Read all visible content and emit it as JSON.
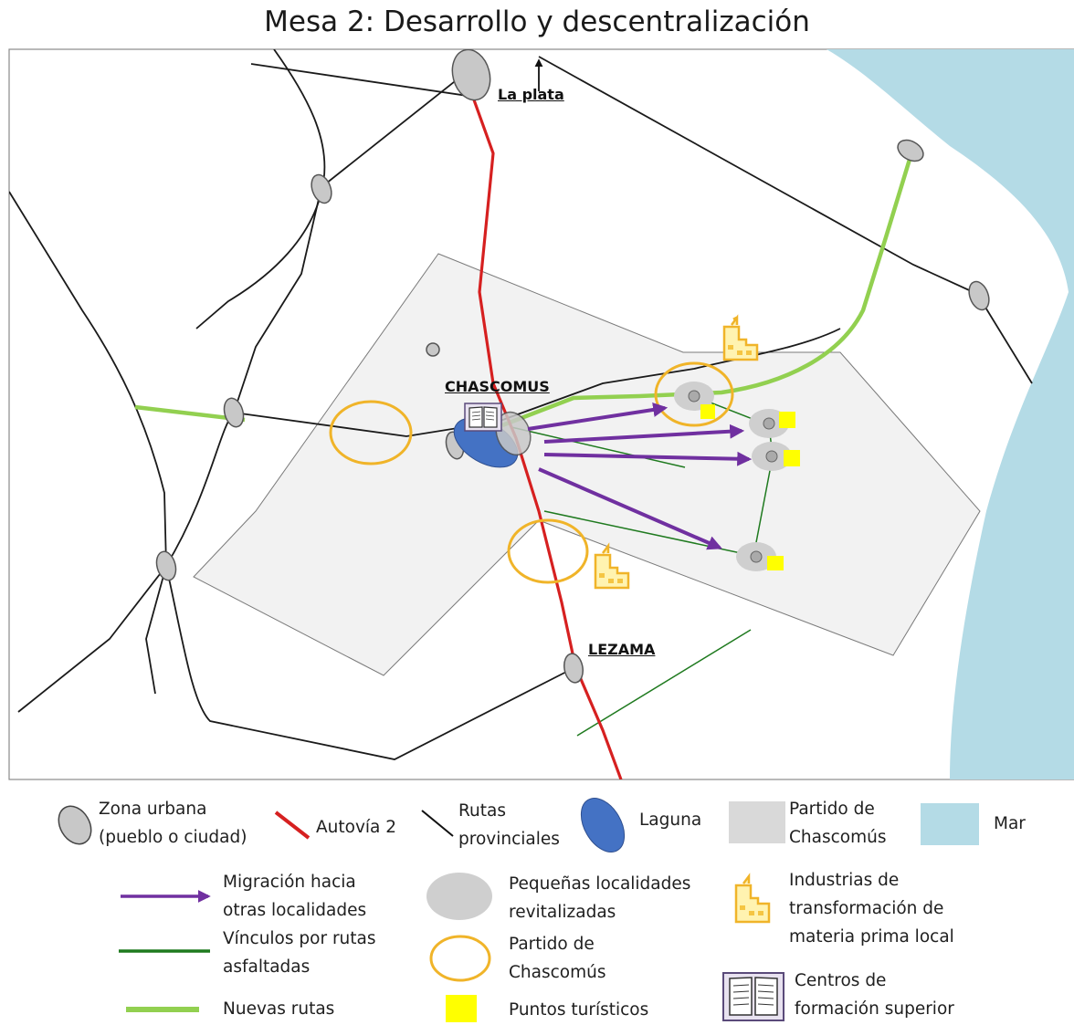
{
  "title": "Mesa 2: Desarrollo y descentralización",
  "places": {
    "la_plata": "La plata",
    "chascomus": "CHASCOMUS",
    "lezama": "LEZAMA"
  },
  "legend": {
    "zona_urbana": [
      "Zona urbana",
      "(pueblo o ciudad)"
    ],
    "autovia": "Autovía 2",
    "rutas_provinciales": [
      "Rutas",
      "provinciales"
    ],
    "laguna": "Laguna",
    "partido_area": [
      "Partido de",
      "Chascomús"
    ],
    "mar": "Mar",
    "migracion": [
      "Migración hacia",
      "otras localidades"
    ],
    "pequenas": [
      "Pequeñas localidades",
      "revitalizadas"
    ],
    "industrias": [
      "Industrias de",
      "transformación de",
      "materia prima local"
    ],
    "vinculos": [
      "Vínculos por rutas",
      "asfaltadas"
    ],
    "partido_circle": [
      "Partido de",
      "Chascomús"
    ],
    "nuevas_rutas": "Nuevas rutas",
    "puntos_turisticos": "Puntos turísticos",
    "centros": [
      "Centros de",
      "formación superior"
    ]
  },
  "colors": {
    "autovia": "#d62020",
    "ruta": "#1a1a1a",
    "nueva_ruta": "#92d050",
    "vinculo": "#1f7a1f",
    "migracion": "#7030a0",
    "laguna": "#4472c4",
    "partido": "#f2f2f2",
    "mar": "#b4dbe6",
    "circle": "#f0b429",
    "turistico": "#ffff00",
    "industria": "#f5c542",
    "urban": "#c8c8c8"
  },
  "icons": {
    "industry": "factory-icon",
    "book": "book-icon"
  }
}
